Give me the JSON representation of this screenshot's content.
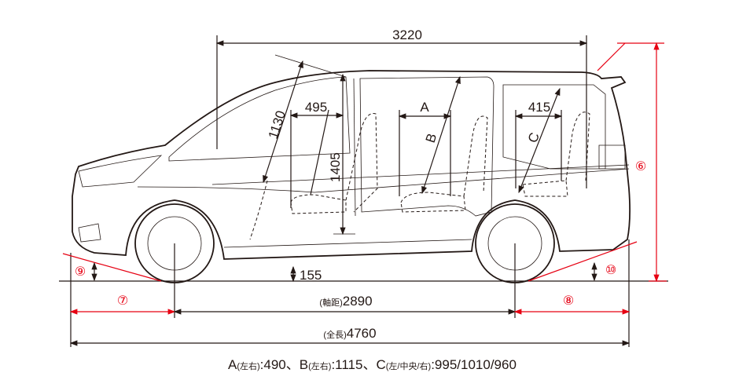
{
  "dimensions": {
    "interior_length": "3220",
    "front_headroom_width": "495",
    "front_diagonal": "1130",
    "interior_height": "1405",
    "seat_a": "A",
    "seat_b": "B",
    "seat_c": "C",
    "third_row_width": "415",
    "ground_clearance": "155",
    "wheelbase_label": "(軸距)",
    "wheelbase": "2890",
    "overall_length_label": "(全長)",
    "overall_length": "4760"
  },
  "markers": {
    "m6": "⑥",
    "m7": "⑦",
    "m8": "⑧",
    "m9": "⑨",
    "m10": "⑩"
  },
  "footnote": {
    "a": "A",
    "a_side": "(左右)",
    "a_value": ":490、",
    "b": "B",
    "b_side": "(左右)",
    "b_value": ":1115、",
    "c": "C",
    "c_side": "(左/中央/右)",
    "c_value": ":995/1010/960"
  },
  "colors": {
    "line": "#231815",
    "accent": "#e60012"
  }
}
